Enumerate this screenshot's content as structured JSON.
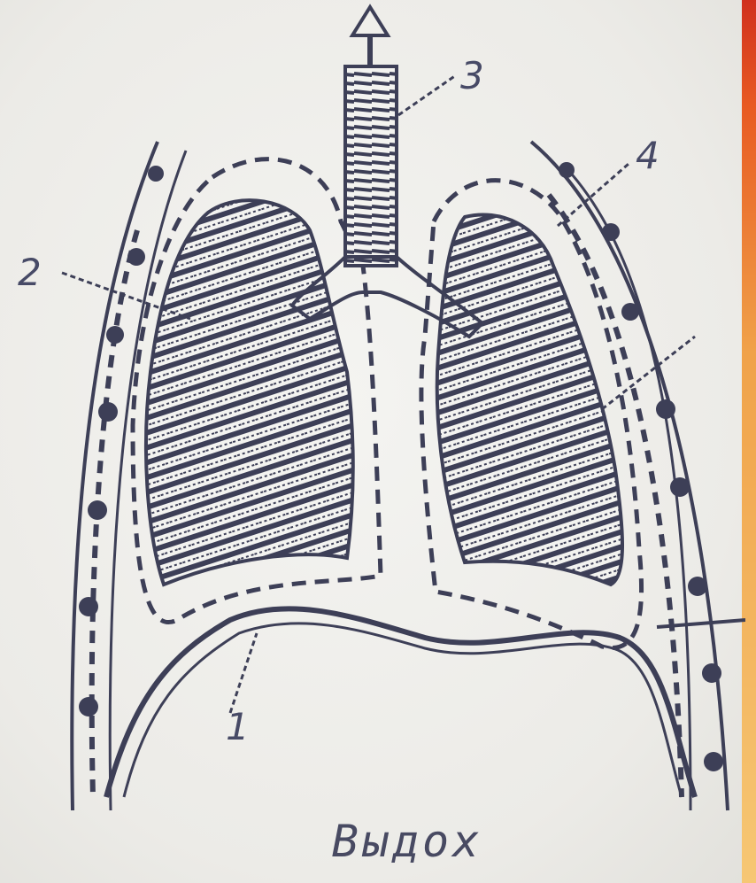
{
  "diagram": {
    "caption": "Выдох",
    "labels": [
      {
        "id": "1",
        "text": "1"
      },
      {
        "id": "2",
        "text": "2"
      },
      {
        "id": "3",
        "text": "3"
      },
      {
        "id": "4",
        "text": "4"
      }
    ],
    "colors": {
      "ink": "#3d3f57",
      "paper": "#f0efeb",
      "edge": "#e85a22"
    }
  }
}
